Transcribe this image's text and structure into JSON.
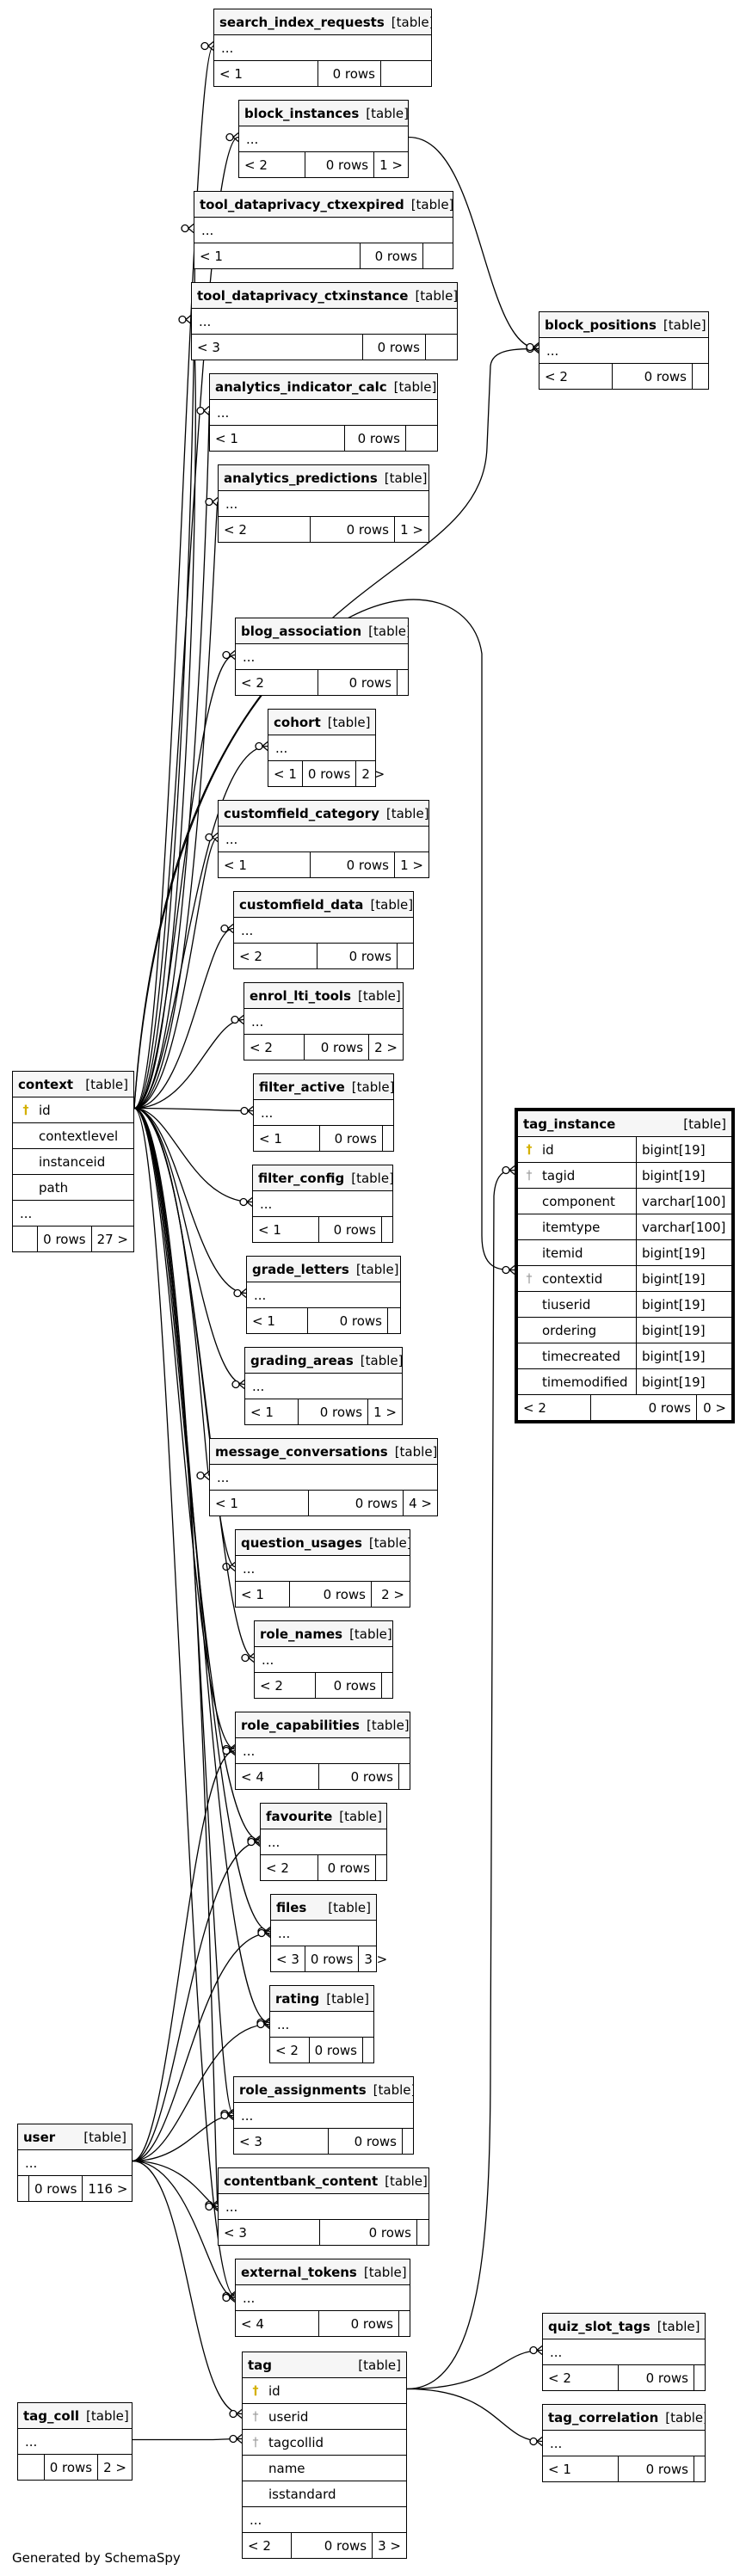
{
  "footer_text": "Generated by SchemaSpy",
  "table_type": "[table]",
  "ellipsis": "...",
  "tables": {
    "search_index_requests": {
      "name": "search_index_requests",
      "prev": "< 1",
      "rows": "0 rows",
      "next": ""
    },
    "block_instances": {
      "name": "block_instances",
      "prev": "< 2",
      "rows": "0 rows",
      "next": "1 >"
    },
    "tool_dataprivacy_ctxexpired": {
      "name": "tool_dataprivacy_ctxexpired",
      "prev": "< 1",
      "rows": "0 rows",
      "next": ""
    },
    "tool_dataprivacy_ctxinstance": {
      "name": "tool_dataprivacy_ctxinstance",
      "prev": "< 3",
      "rows": "0 rows",
      "next": ""
    },
    "analytics_indicator_calc": {
      "name": "analytics_indicator_calc",
      "prev": "< 1",
      "rows": "0 rows",
      "next": ""
    },
    "analytics_predictions": {
      "name": "analytics_predictions",
      "prev": "< 2",
      "rows": "0 rows",
      "next": "1 >"
    },
    "block_positions": {
      "name": "block_positions",
      "prev": "< 2",
      "rows": "0 rows",
      "next": ""
    },
    "blog_association": {
      "name": "blog_association",
      "prev": "< 2",
      "rows": "0 rows",
      "next": ""
    },
    "cohort": {
      "name": "cohort",
      "prev": "< 1",
      "rows": "0 rows",
      "next": "2 >"
    },
    "customfield_category": {
      "name": "customfield_category",
      "prev": "< 1",
      "rows": "0 rows",
      "next": "1 >"
    },
    "customfield_data": {
      "name": "customfield_data",
      "prev": "< 2",
      "rows": "0 rows",
      "next": ""
    },
    "enrol_lti_tools": {
      "name": "enrol_lti_tools",
      "prev": "< 2",
      "rows": "0 rows",
      "next": "2 >"
    },
    "filter_active": {
      "name": "filter_active",
      "prev": "< 1",
      "rows": "0 rows",
      "next": ""
    },
    "filter_config": {
      "name": "filter_config",
      "prev": "< 1",
      "rows": "0 rows",
      "next": ""
    },
    "grade_letters": {
      "name": "grade_letters",
      "prev": "< 1",
      "rows": "0 rows",
      "next": ""
    },
    "grading_areas": {
      "name": "grading_areas",
      "prev": "< 1",
      "rows": "0 rows",
      "next": "1 >"
    },
    "message_conversations": {
      "name": "message_conversations",
      "prev": "< 1",
      "rows": "0 rows",
      "next": "4 >"
    },
    "question_usages": {
      "name": "question_usages",
      "prev": "< 1",
      "rows": "0 rows",
      "next": "2 >"
    },
    "role_names": {
      "name": "role_names",
      "prev": "< 2",
      "rows": "0 rows",
      "next": ""
    },
    "role_capabilities": {
      "name": "role_capabilities",
      "prev": "< 4",
      "rows": "0 rows",
      "next": ""
    },
    "favourite": {
      "name": "favourite",
      "prev": "< 2",
      "rows": "0 rows",
      "next": ""
    },
    "files": {
      "name": "files",
      "prev": "< 3",
      "rows": "0 rows",
      "next": "3 >"
    },
    "rating": {
      "name": "rating",
      "prev": "< 2",
      "rows": "0 rows",
      "next": ""
    },
    "role_assignments": {
      "name": "role_assignments",
      "prev": "< 3",
      "rows": "0 rows",
      "next": ""
    },
    "contentbank_content": {
      "name": "contentbank_content",
      "prev": "< 3",
      "rows": "0 rows",
      "next": ""
    },
    "external_tokens": {
      "name": "external_tokens",
      "prev": "< 4",
      "rows": "0 rows",
      "next": ""
    },
    "quiz_slot_tags": {
      "name": "quiz_slot_tags",
      "prev": "< 2",
      "rows": "0 rows",
      "next": ""
    },
    "tag_correlation": {
      "name": "tag_correlation",
      "prev": "< 1",
      "rows": "0 rows",
      "next": ""
    },
    "user": {
      "name": "user",
      "prev": "",
      "rows": "0 rows",
      "next": "116 >"
    },
    "tag_coll": {
      "name": "tag_coll",
      "prev": "",
      "rows": "0 rows",
      "next": "2 >"
    }
  },
  "context": {
    "name": "context",
    "columns": [
      {
        "name": "id",
        "key": "pk"
      },
      {
        "name": "contextlevel",
        "key": ""
      },
      {
        "name": "instanceid",
        "key": ""
      },
      {
        "name": "path",
        "key": ""
      }
    ],
    "prev": "",
    "rows": "0 rows",
    "next": "27 >"
  },
  "tag_instance": {
    "name": "tag_instance",
    "columns": [
      {
        "name": "id",
        "type": "bigint[19]",
        "key": "pk"
      },
      {
        "name": "tagid",
        "type": "bigint[19]",
        "key": "fk"
      },
      {
        "name": "component",
        "type": "varchar[100]",
        "key": ""
      },
      {
        "name": "itemtype",
        "type": "varchar[100]",
        "key": ""
      },
      {
        "name": "itemid",
        "type": "bigint[19]",
        "key": ""
      },
      {
        "name": "contextid",
        "type": "bigint[19]",
        "key": "fk"
      },
      {
        "name": "tiuserid",
        "type": "bigint[19]",
        "key": ""
      },
      {
        "name": "ordering",
        "type": "bigint[19]",
        "key": ""
      },
      {
        "name": "timecreated",
        "type": "bigint[19]",
        "key": ""
      },
      {
        "name": "timemodified",
        "type": "bigint[19]",
        "key": ""
      }
    ],
    "prev": "< 2",
    "rows": "0 rows",
    "next": "0 >"
  },
  "tag": {
    "name": "tag",
    "columns": [
      {
        "name": "id",
        "key": "pk"
      },
      {
        "name": "userid",
        "key": "fk"
      },
      {
        "name": "tagcollid",
        "key": "fk"
      },
      {
        "name": "name",
        "key": ""
      },
      {
        "name": "isstandard",
        "key": ""
      }
    ],
    "prev": "< 2",
    "rows": "0 rows",
    "next": "3 >"
  }
}
